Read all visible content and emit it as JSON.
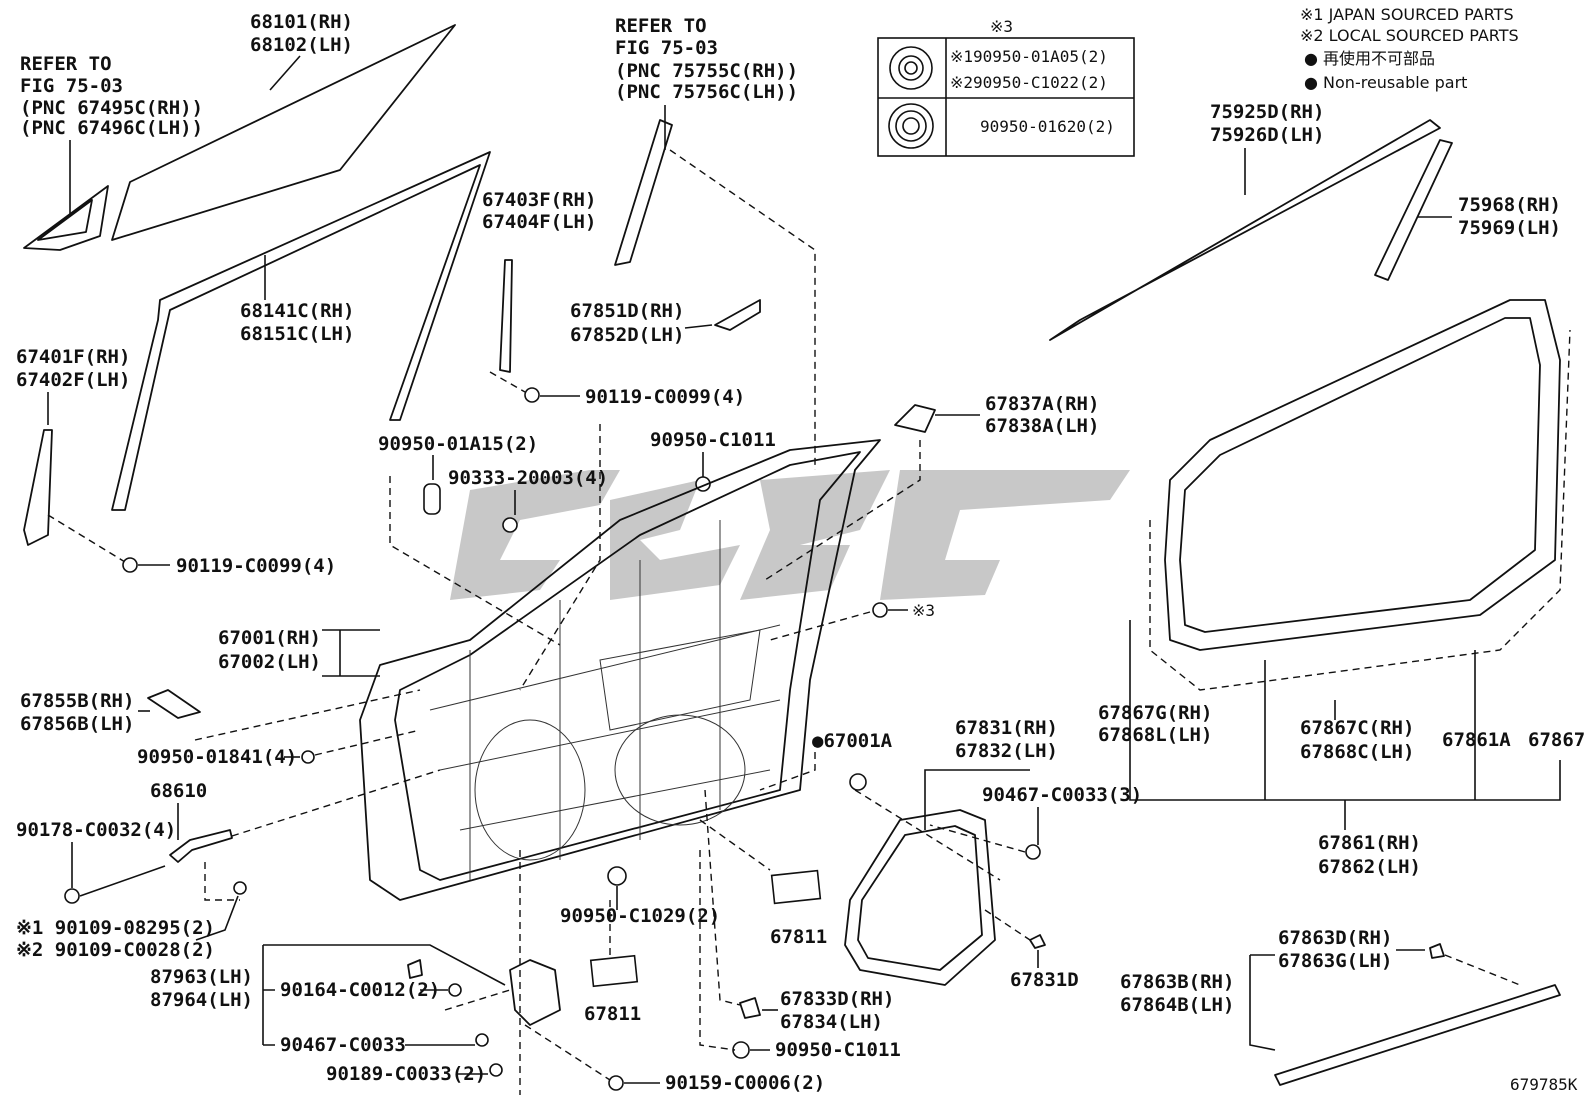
{
  "legend": {
    "line1": "※1  JAPAN SOURCED PARTS",
    "line2": "※2  LOCAL SOURCED PARTS",
    "line3": "● 再使用不可部品",
    "line4": "● Non-reusable part"
  },
  "grommet_table": {
    "header": "※3",
    "row1_a": "※190950-01A05(2)",
    "row1_b": "※290950-C1022(2)",
    "row2": "90950-01620(2)"
  },
  "refer1": {
    "line1": "REFER TO",
    "line2": "FIG 75-03",
    "line3": "(PNC 67495C(RH))",
    "line4": "(PNC 67496C(LH))"
  },
  "refer2": {
    "line1": "REFER TO",
    "line2": "FIG 75-03",
    "line3": "(PNC 75755C(RH))",
    "line4": "(PNC 75756C(LH))"
  },
  "labels": {
    "glass_rh": "68101(RH)",
    "glass_lh": "68102(LH)",
    "run_rh": "68141C(RH)",
    "run_lh": "68151C(LH)",
    "chan_rh": "67401F(RH)",
    "chan_lh": "67402F(LH)",
    "rear_rh": "67403F(RH)",
    "rear_lh": "67404F(LH)",
    "bolt1": "90119-C0099(4)",
    "bolt2": "90119-C0099(4)",
    "brk_rh": "67851D(RH)",
    "brk_lh": "67852D(LH)",
    "hinge_rh": "67837A(RH)",
    "hinge_lh": "67838A(LH)",
    "plug1": "90950-01A15(2)",
    "plug2": "90950-C1011",
    "screw1": "90333-20003(4)",
    "star3": "※3",
    "door_rh": "67001(RH)",
    "door_lh": "67002(LH)",
    "mol_rh": "75925D(RH)",
    "mol_lh": "75926D(LH)",
    "pil_rh": "75968(RH)",
    "pil_lh": "75969(LH)",
    "trim_rh": "67855B(RH)",
    "trim_lh": "67856B(LH)",
    "plug3": "90950-01841(4)",
    "check": "68610",
    "nut1": "90178-C0032(4)",
    "b1": "※1 90109-08295(2)",
    "b2": "※2 90109-C0028(2)",
    "sp1": "87963(LH)",
    "sp2": "87964(LH)",
    "clip1": "90164-C0012(2)",
    "clip2": "90467-C0033",
    "clip3": "90189-C0033(2)",
    "clip4": "90159-C0006(2)",
    "plug4": "90950-C1029(2)",
    "sheet1": "67811",
    "sheet2": "67811",
    "stud": "●67001A",
    "cover_rh": "67831(RH)",
    "cover_lh": "67832(LH)",
    "clip5": "90467-C0033(3)",
    "ret_rh": "67833D(RH)",
    "ret_lh": "67834(LH)",
    "plug5": "90950-C1011",
    "clip6": "67831D",
    "ws1_rh": "67867G(RH)",
    "ws1_lh": "67868L(LH)",
    "ws2_rh": "67867C(RH)",
    "ws2_lh": "67868C(LH)",
    "ws3": "67861A",
    "ws4": "67867",
    "ws_rh": "67861(RH)",
    "ws_lh": "67862(LH)",
    "lw_rh": "67863D(RH)",
    "lw_lh": "67863G(LH)",
    "lwb_rh": "67863B(RH)",
    "lwb_lh": "67864B(LH)",
    "figure_id": "679785K"
  }
}
